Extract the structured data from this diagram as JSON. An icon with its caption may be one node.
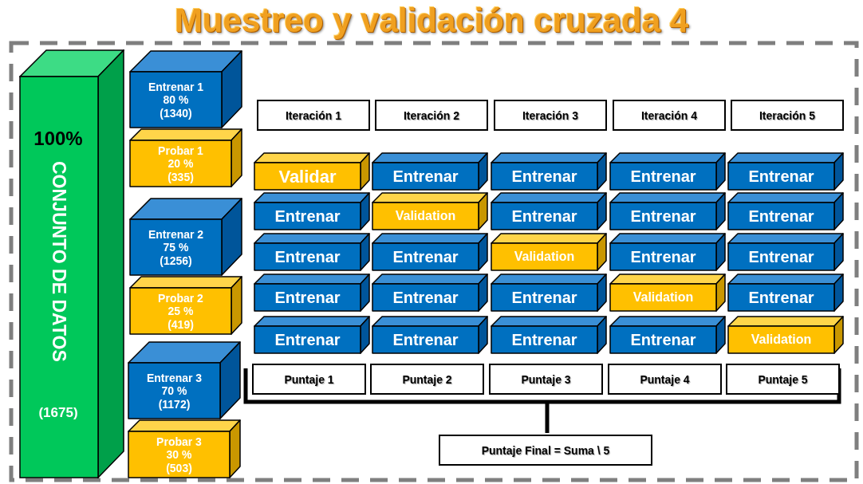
{
  "diagram": {
    "title": "Muestreo y validación cruzada 4",
    "nodes": [
      {
        "text": [
          "100%",
          "CONJUNTO DE DATOS",
          "(1675)"
        ]
      },
      {
        "text": [
          "Entrenar 1",
          "80 %",
          "(1340)"
        ]
      },
      {
        "text": [
          "Probar 1",
          "20 %",
          "(335)"
        ]
      },
      {
        "text": [
          "Entrenar 2",
          "75 %",
          "(1256)"
        ]
      },
      {
        "text": [
          "Probar 2",
          "25 %",
          "(419)"
        ]
      },
      {
        "text": [
          "Entrenar 3",
          "70 %",
          "(1172)"
        ]
      },
      {
        "text": [
          "Probar 3",
          "30 %",
          "(503)"
        ]
      },
      {
        "text": [
          "Iteración 1"
        ]
      },
      {
        "text": [
          "Iteración 2"
        ]
      },
      {
        "text": [
          "Iteración 3"
        ]
      },
      {
        "text": [
          "Iteración 4"
        ]
      },
      {
        "text": [
          "Iteración 5"
        ]
      },
      {
        "text": [
          "Validar"
        ]
      },
      {
        "text": [
          "Entrenar"
        ]
      },
      {
        "text": [
          "Entrenar"
        ]
      },
      {
        "text": [
          "Entrenar"
        ]
      },
      {
        "text": [
          "Entrenar"
        ]
      },
      {
        "text": [
          "Entrenar"
        ]
      },
      {
        "text": [
          "Validation"
        ]
      },
      {
        "text": [
          "Entrenar"
        ]
      },
      {
        "text": [
          "Entrenar"
        ]
      },
      {
        "text": [
          "Entrenar"
        ]
      },
      {
        "text": [
          "Entrenar"
        ]
      },
      {
        "text": [
          "Entrenar"
        ]
      },
      {
        "text": [
          "Validation"
        ]
      },
      {
        "text": [
          "Entrenar"
        ]
      },
      {
        "text": [
          "Entrenar"
        ]
      },
      {
        "text": [
          "Entrenar"
        ]
      },
      {
        "text": [
          "Entrenar"
        ]
      },
      {
        "text": [
          "Entrenar"
        ]
      },
      {
        "text": [
          "Validation"
        ]
      },
      {
        "text": [
          "Entrenar"
        ]
      },
      {
        "text": [
          "Entrenar"
        ]
      },
      {
        "text": [
          "Entrenar"
        ]
      },
      {
        "text": [
          "Entrenar"
        ]
      },
      {
        "text": [
          "Entrenar"
        ]
      },
      {
        "text": [
          "Validation"
        ]
      },
      {
        "text": [
          "Puntaje 1"
        ]
      },
      {
        "text": [
          "Puntaje 2"
        ]
      },
      {
        "text": [
          "Puntaje 3"
        ]
      },
      {
        "text": [
          "Puntaje 4"
        ]
      },
      {
        "text": [
          "Puntaje 5"
        ]
      },
      {
        "text": [
          "Puntaje Final = Suma \\ 5"
        ]
      }
    ]
  }
}
